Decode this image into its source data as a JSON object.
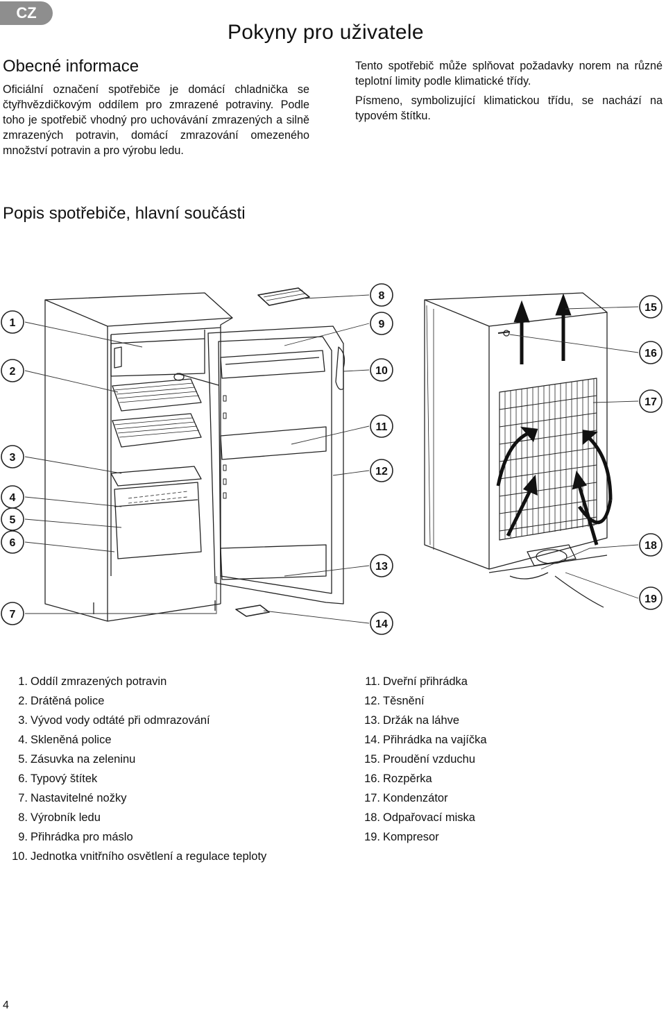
{
  "badge": "CZ",
  "page_title": "Pokyny pro uživatele",
  "general": {
    "heading": "Obecné informace",
    "left_text": "Oficiální označení spotřebiče je domácí chladnička se čtyřhvězdičkovým oddílem pro zmrazené potraviny. Podle toho je spotřebič vhodný pro uchovávání zmrazených a silně zmrazených potravin, domácí zmrazování omezeného množství potravin a pro výrobu ledu.",
    "right_text_1": "Tento spotřebič může splňovat požadavky norem na různé teplotní limity podle klimatické třídy.",
    "right_text_2": "Písmeno, symbolizující klimatickou třídu, se nachází na typovém štítku."
  },
  "description": {
    "heading": "Popis spotřebiče, hlavní součásti"
  },
  "callouts": [
    "1",
    "2",
    "3",
    "4",
    "5",
    "6",
    "7",
    "8",
    "9",
    "10",
    "11",
    "12",
    "13",
    "14",
    "15",
    "16",
    "17",
    "18",
    "19"
  ],
  "legend_left": [
    {
      "num": "1.",
      "label": "Oddíl zmrazených potravin"
    },
    {
      "num": "2.",
      "label": "Drátěná police"
    },
    {
      "num": "3.",
      "label": "Vývod vody odtáté při odmrazování"
    },
    {
      "num": "4.",
      "label": "Skleněná police"
    },
    {
      "num": "5.",
      "label": "Zásuvka na zeleninu"
    },
    {
      "num": "6.",
      "label": "Typový štítek"
    },
    {
      "num": "7.",
      "label": "Nastavitelné nožky"
    },
    {
      "num": "8.",
      "label": "Výrobník ledu"
    },
    {
      "num": "9.",
      "label": "Přihrádka pro máslo"
    },
    {
      "num": "10.",
      "label": "Jednotka vnitřního osvětlení a regulace teploty"
    }
  ],
  "legend_right": [
    {
      "num": "11.",
      "label": "Dveřní přihrádka"
    },
    {
      "num": "12.",
      "label": "Těsnění"
    },
    {
      "num": "13.",
      "label": "Držák na láhve"
    },
    {
      "num": "14.",
      "label": "Přihrádka na vajíčka"
    },
    {
      "num": "15.",
      "label": "Proudění vzduchu"
    },
    {
      "num": "16.",
      "label": "Rozpěrka"
    },
    {
      "num": "17.",
      "label": "Kondenzátor"
    },
    {
      "num": "18.",
      "label": "Odpařovací miska"
    },
    {
      "num": "19.",
      "label": "Kompresor"
    }
  ],
  "page_number": "4"
}
